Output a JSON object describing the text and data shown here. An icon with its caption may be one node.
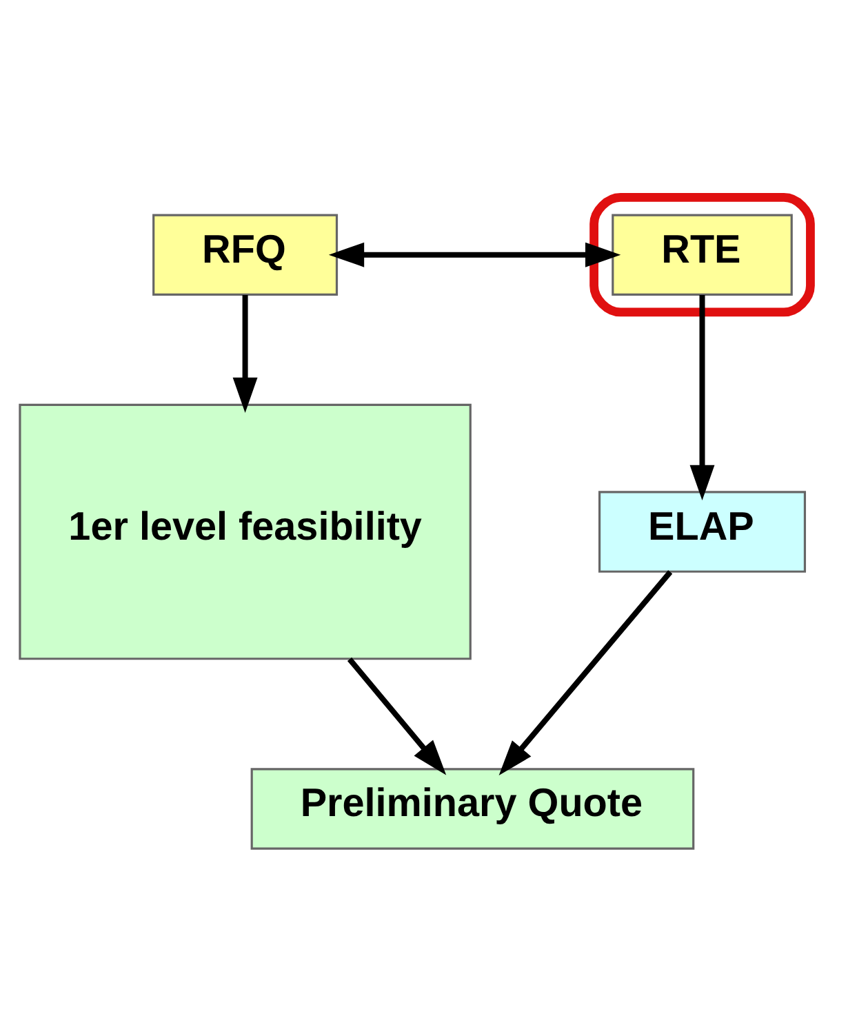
{
  "diagram": {
    "nodes": [
      {
        "text": [
          "RFQ"
        ]
      },
      {
        "text": [],
        "shape": "ellipse"
      },
      {
        "text": [
          "RTE"
        ],
        "in": 1
      },
      {
        "text": [
          "1er level feasibility"
        ]
      },
      {
        "text": [
          "ELAP"
        ]
      },
      {
        "text": [
          "Preliminary Quote"
        ]
      }
    ],
    "edges": [
      {
        "from": 0,
        "to": 2,
        "arrow": "both"
      },
      {
        "from": 0,
        "to": 3,
        "arrow": "to"
      },
      {
        "from": 2,
        "to": 4,
        "arrow": "to"
      },
      {
        "from": 3,
        "to": 5,
        "arrow": "to"
      },
      {
        "from": 4,
        "to": 5,
        "arrow": "to"
      }
    ]
  }
}
